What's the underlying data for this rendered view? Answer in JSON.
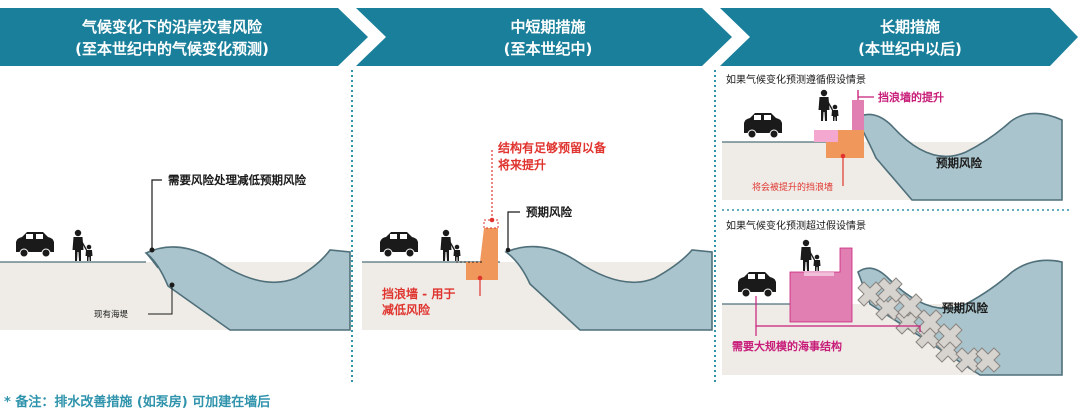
{
  "headers": {
    "col1": [
      "气候变化下的沿岸灾害风险",
      "(至本世纪中的气候变化预测)"
    ],
    "col2": [
      "中短期措施",
      "(至本世纪中)"
    ],
    "col3": [
      "长期措施",
      "(本世纪中以后)"
    ]
  },
  "panel1": {
    "risk_label": "需要风险处理减低预期风险",
    "seawall_label": "现有海堤"
  },
  "panel2": {
    "reserve_label": [
      "结构有足够预留以备",
      "将来提升"
    ],
    "risk_label": "预期风险",
    "wall_label": [
      "挡浪墙 - 用于",
      "减低风险"
    ]
  },
  "panel3a": {
    "scenario": "如果气候变化预测遵循假设情景",
    "raise_label": "挡浪墙的提升",
    "risk_label": "预期风险",
    "future_wall_label": "将会被提升的挡浪墙"
  },
  "panel3b": {
    "scenario": "如果气候变化预测超过假设情景",
    "risk_label": "预期风险",
    "marine_label": "需要大规模的海事结构"
  },
  "footnote": "* 备注：排水改善措施 (如泵房) 可加建在墙后",
  "colors": {
    "header": "#1a7f9a",
    "sea": "#a9c4cc",
    "sea_stroke": "#4f6f7a",
    "ground": "#efece7",
    "wall_orange": "#f0975c",
    "wall_pink": "#e27fb2",
    "red": "#e0342f",
    "pink_text": "#c81e7a",
    "divider": "#2f93ac"
  }
}
